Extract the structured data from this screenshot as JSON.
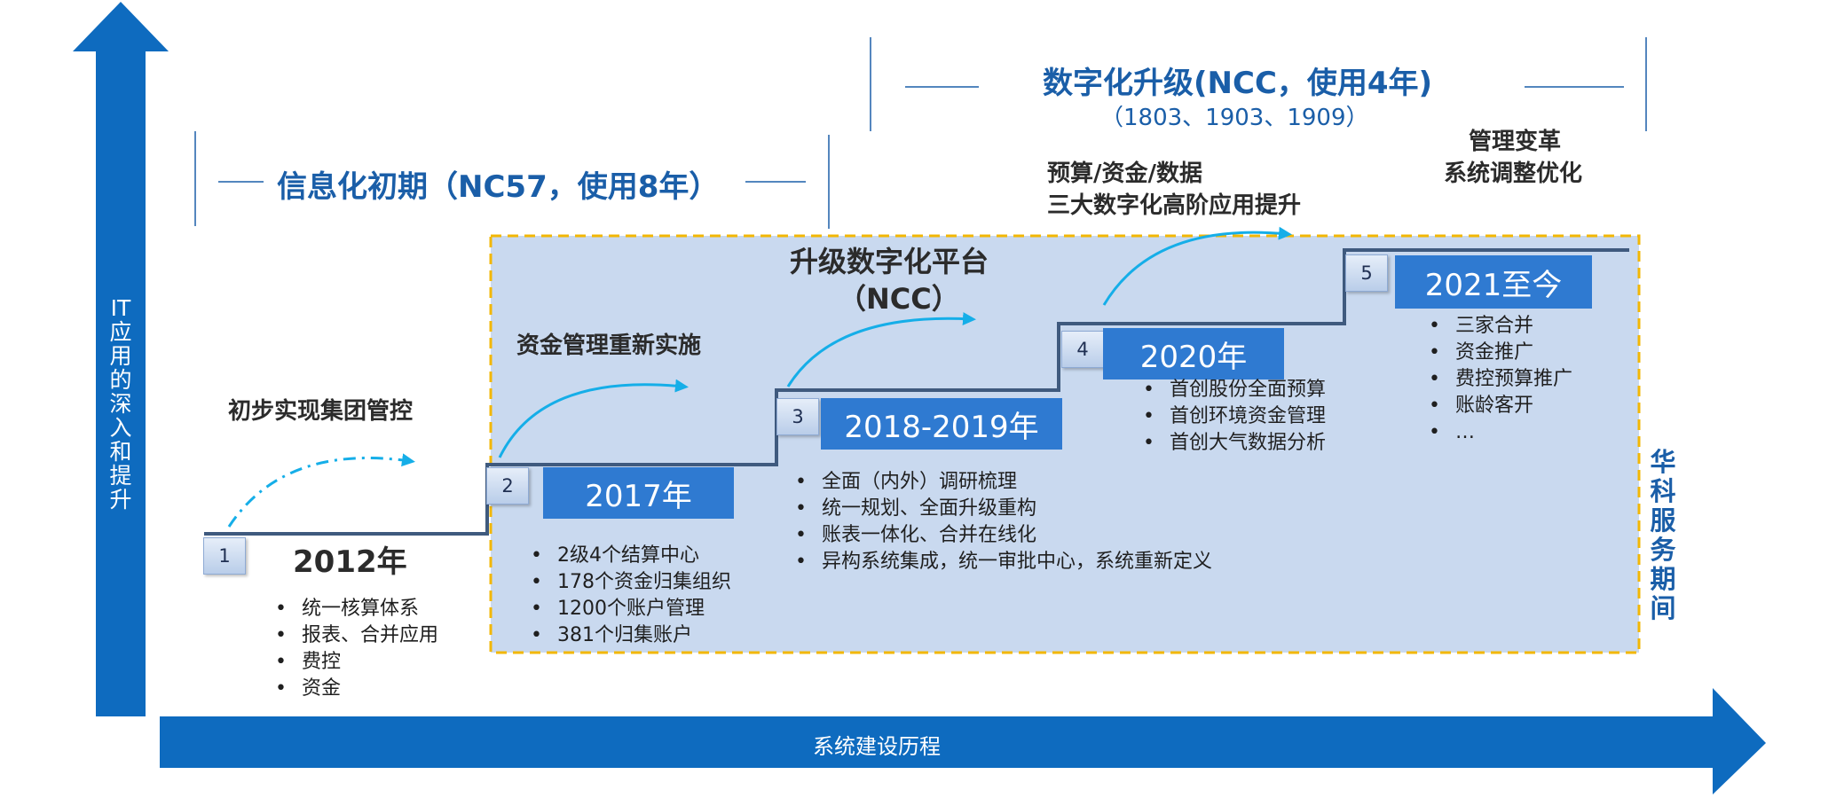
{
  "axes": {
    "y_label": "IT应用的深入和提升",
    "x_label": "系统建设历程"
  },
  "side_label": "华科服务期间",
  "phases": {
    "phase1_title": "信息化初期（NC57，使用8年）",
    "phase2_title": "数字化升级(NCC，使用4年)",
    "phase2_subtitle": "（1803、1903、1909）"
  },
  "labels": {
    "control": "初步实现集团管控",
    "fund_reimpl": "资金管理重新实施",
    "ncc_line1": "升级数字化平台",
    "ncc_line2": "（NCC）",
    "adv_line1": "预算/资金/数据",
    "adv_line2": "三大数字化高阶应用提升",
    "reform_line1": "管理变革",
    "reform_line2": "系统调整优化"
  },
  "steps": [
    {
      "num": "1",
      "year": "2012年",
      "items": [
        "统一核算体系",
        "报表、合并应用",
        "费控",
        "资金"
      ]
    },
    {
      "num": "2",
      "year": "2017年",
      "items": [
        "2级4个结算中心",
        "178个资金归集组织",
        "1200个账户管理",
        "381个归集账户"
      ]
    },
    {
      "num": "3",
      "year": "2018-2019年",
      "items": [
        "全面（内外）调研梳理",
        "统一规划、全面升级重构",
        "账表一体化、合并在线化",
        "异构系统集成，统一审批中心，系统重新定义"
      ]
    },
    {
      "num": "4",
      "year": "2020年",
      "items": [
        "首创股份全面预算",
        "首创环境资金管理",
        "首创大气数据分析"
      ]
    },
    {
      "num": "5",
      "year": "2021至今",
      "items": [
        "三家合并",
        "资金推广",
        "费控预算推广",
        "账龄客开",
        "…"
      ]
    }
  ],
  "colors": {
    "axis_blue": "#0e6bbf",
    "title_blue": "#1a5ea8",
    "year_box": "#2f7ad1",
    "highlight_fill": "#c9d9ef",
    "highlight_border": "#f2b705",
    "stair_line": "#3f5a7e",
    "arc_cyan": "#15aee8"
  }
}
